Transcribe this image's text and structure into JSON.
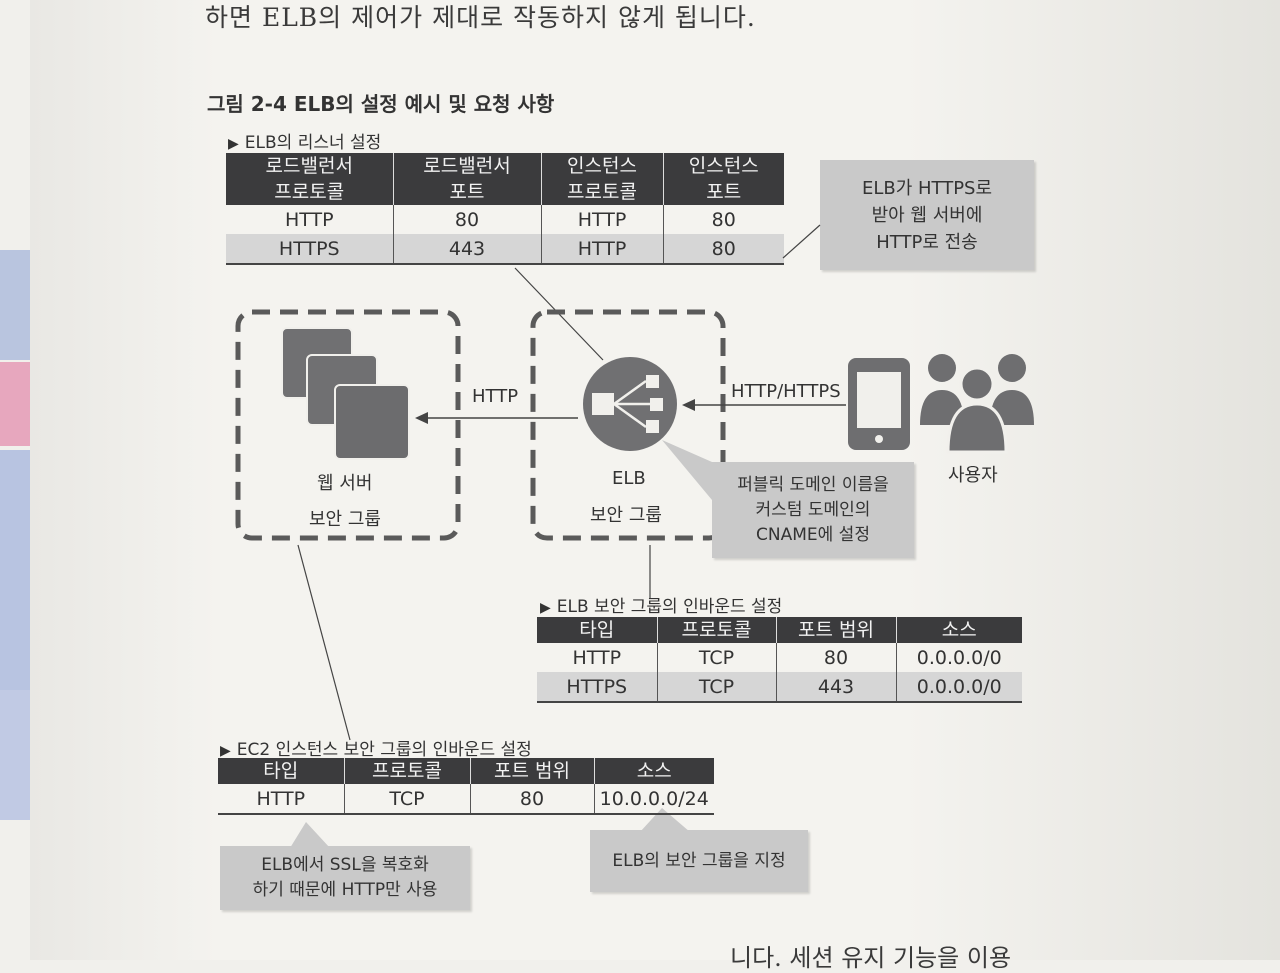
{
  "page": {
    "top_line": "하면 ELB의 제어가 제대로 작동하지 않게 됩니다.",
    "bottom_line": "니다. 세션 유지 기능을 이용"
  },
  "figure": {
    "title": "그림 2-4  ELB의 설정 예시 및 요청 사항"
  },
  "listener": {
    "label": "ELB의 리스너 설정",
    "headers": [
      "로드밸런서\n프로토콜",
      "로드밸런서\n포트",
      "인스턴스\n프로토콜",
      "인스턴스\n포트"
    ],
    "rows": [
      [
        "HTTP",
        "80",
        "HTTP",
        "80"
      ],
      [
        "HTTPS",
        "443",
        "HTTP",
        "80"
      ]
    ],
    "callout": "ELB가 HTTPS로\n받아 웹 서버에\nHTTP로 전송"
  },
  "diagram": {
    "web_server_label": "웹 서버",
    "web_sg_label": "보안 그룹",
    "elb_label": "ELB",
    "elb_sg_label": "보안 그룹",
    "arrow_http": "HTTP",
    "arrow_http_https": "HTTP/HTTPS",
    "users_label": "사용자",
    "cname_callout": "퍼블릭 도메인 이름을\n커스텀 도메인의\nCNAME에 설정"
  },
  "elb_sg": {
    "label": "ELB 보안 그룹의 인바운드 설정",
    "headers": [
      "타입",
      "프로토콜",
      "포트 범위",
      "소스"
    ],
    "rows": [
      [
        "HTTP",
        "TCP",
        "80",
        "0.0.0.0/0"
      ],
      [
        "HTTPS",
        "TCP",
        "443",
        "0.0.0.0/0"
      ]
    ]
  },
  "ec2_sg": {
    "label": "EC2 인스턴스 보안 그룹의 인바운드 설정",
    "headers": [
      "타입",
      "프로토콜",
      "포트 범위",
      "소스"
    ],
    "rows": [
      [
        "HTTP",
        "TCP",
        "80",
        "10.0.0.0/24"
      ]
    ],
    "callout_ssl": "ELB에서 SSL을 복호화\n하기 때문에 HTTP만 사용",
    "callout_sg": "ELB의 보안 그룹을 지정"
  },
  "colors": {
    "header_bg": "#3b3b3d",
    "callout_bg": "#c9c9c9",
    "icon_gray": "#6e6e70",
    "dashed_border": "#5a5a5a"
  }
}
